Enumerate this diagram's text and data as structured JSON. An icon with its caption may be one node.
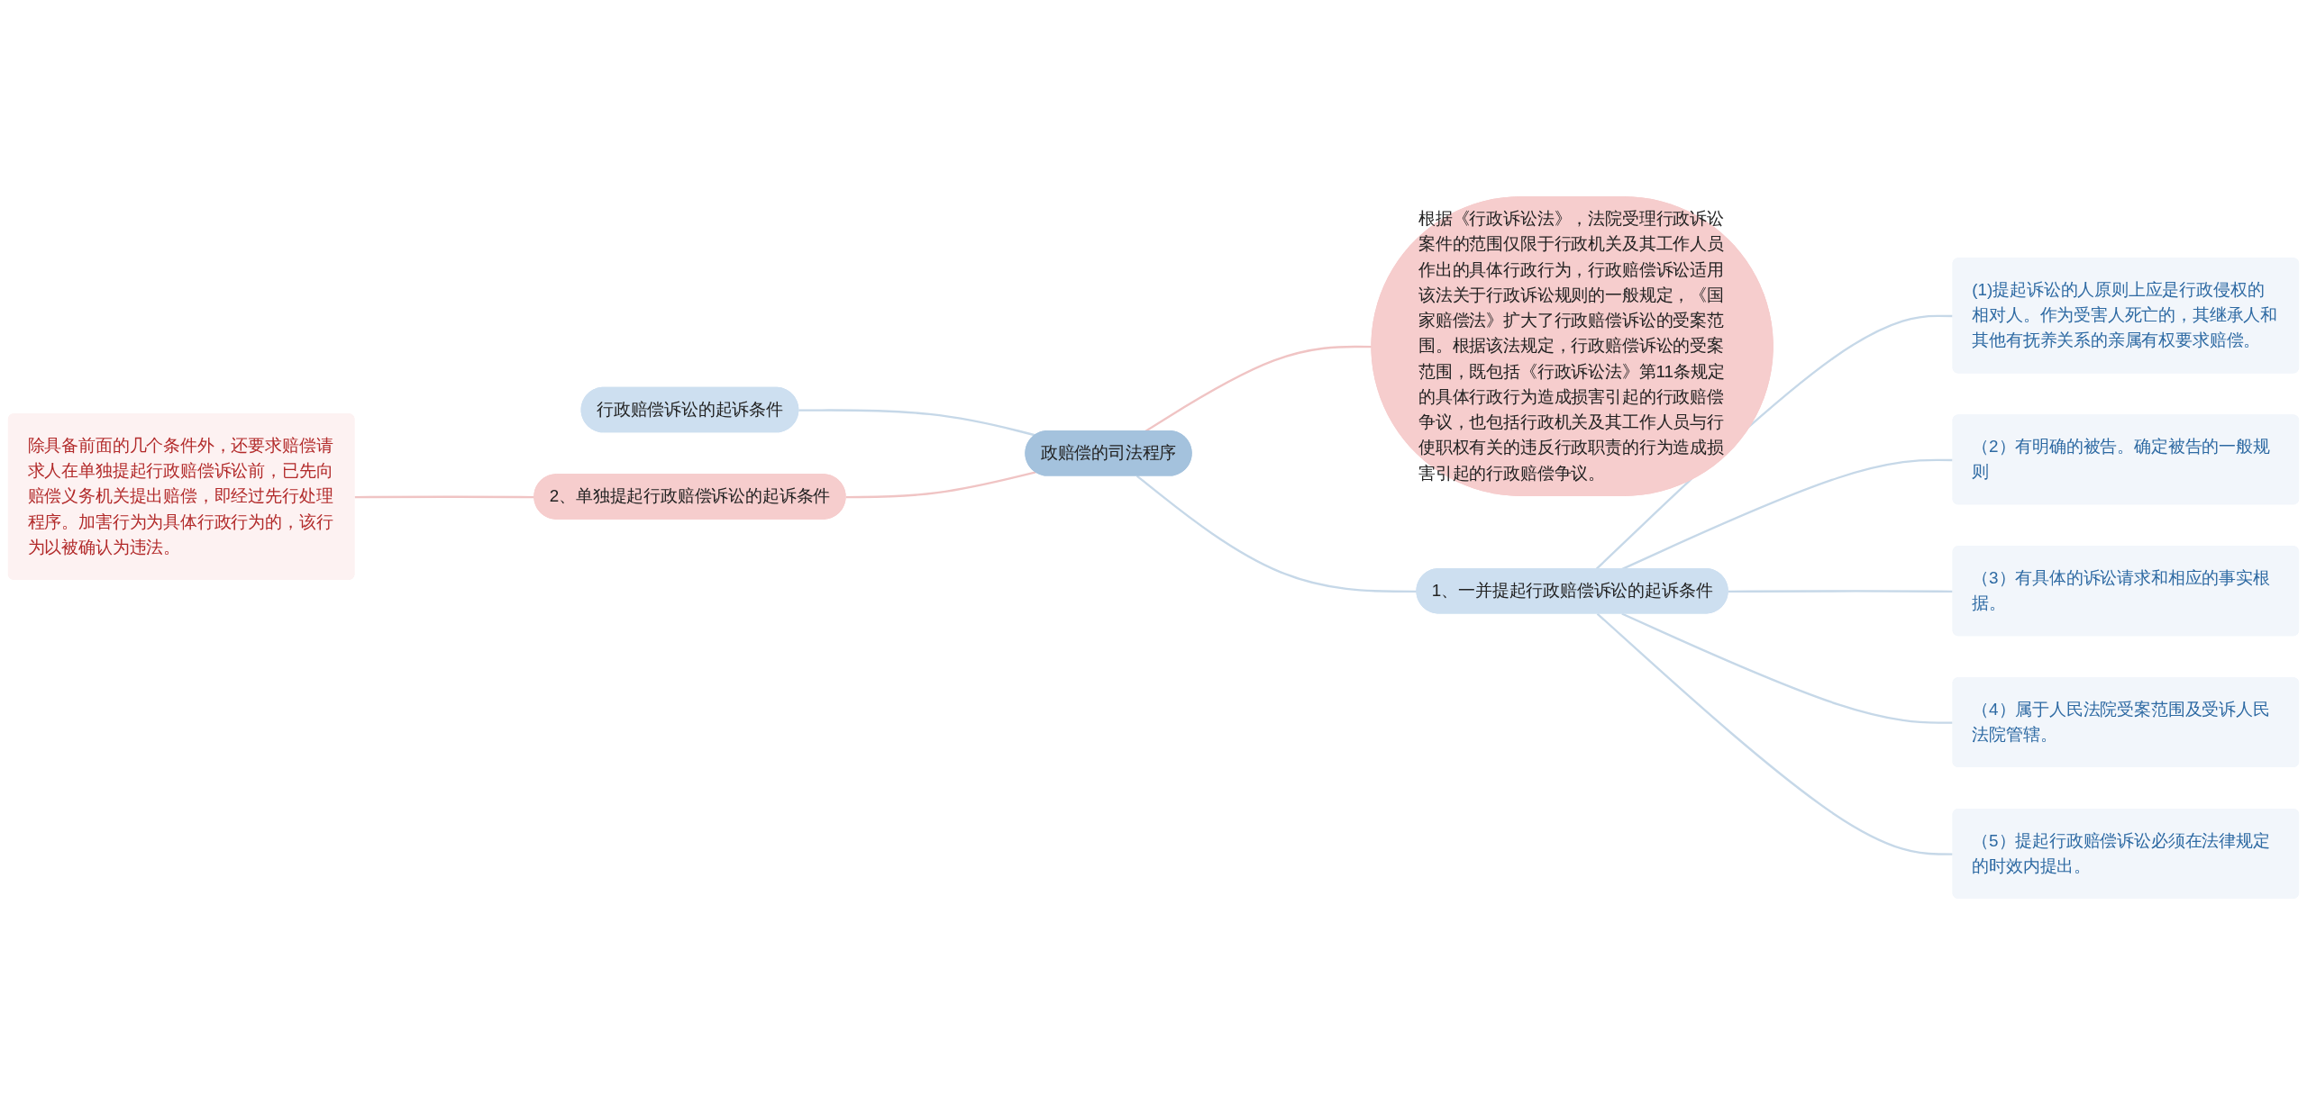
{
  "diagram": {
    "nodes": [
      {
        "text": [
          "政赔偿的司法程序"
        ]
      },
      {
        "text": [
          "行政赔偿诉讼的起诉条件"
        ]
      },
      {
        "text": [
          "2、单独提起行政赔偿诉讼的起诉条件"
        ]
      },
      {
        "text": [
          "除具备前面的几个条件外，还要求赔偿请求人在单独提起行政赔偿诉讼前，已先向赔偿义务机关提出赔偿，即经过先行处理程序。加害行为为具体行政行为的，该行为以被确认为违法。"
        ]
      },
      {
        "text": [
          "根据《行政诉讼法》，法院受理行政诉讼案件的范围仅限于行政机关及其工作人员作出的具体行政行为，行政赔偿诉讼适用该法关于行政诉讼规则的一般规定，《国家赔偿法》扩大了行政赔偿诉讼的受案范围。根据该法规定，行政赔偿诉讼的受案范围，既包括《行政诉讼法》第11条规定的具体行政行为造成损害引起的行政赔偿争议，也包括行政机关及其工作人员与行使职权有关的违反行政职责的行为造成损害引起的行政赔偿争议。"
        ]
      },
      {
        "text": [
          "1、一并提起行政赔偿诉讼的起诉条件"
        ]
      },
      {
        "text": [
          "(1)提起诉讼的人原则上应是行政侵权的相对人。作为受害人死亡的，其继承人和其他有抚养关系的亲属有权要求赔偿。"
        ]
      },
      {
        "text": [
          "（2）有明确的被告。确定被告的一般规则"
        ]
      },
      {
        "text": [
          "（3）有具体的诉讼请求和相应的事实根据。"
        ]
      },
      {
        "text": [
          "（4）属于人民法院受案范围及受诉人民法院管辖。"
        ]
      },
      {
        "text": [
          "（5）提起行政赔偿诉讼必须在法律规定的时效内提出。"
        ]
      }
    ],
    "edges": [
      {
        "from": 1,
        "to": 0,
        "arrow": "none"
      },
      {
        "from": 2,
        "to": 0,
        "arrow": "none",
        "color": "#f0c4c4"
      },
      {
        "from": 3,
        "to": 2,
        "arrow": "none",
        "color": "#f0c4c4"
      },
      {
        "from": 0,
        "to": 4,
        "arrow": "none",
        "color": "#f0c4c4"
      },
      {
        "from": 0,
        "to": 5,
        "arrow": "none"
      },
      {
        "from": 5,
        "to": 6,
        "arrow": "none"
      },
      {
        "from": 5,
        "to": 7,
        "arrow": "none"
      },
      {
        "from": 5,
        "to": 8,
        "arrow": "none"
      },
      {
        "from": 5,
        "to": 9,
        "arrow": "none"
      },
      {
        "from": 5,
        "to": 10,
        "arrow": "none"
      }
    ]
  }
}
